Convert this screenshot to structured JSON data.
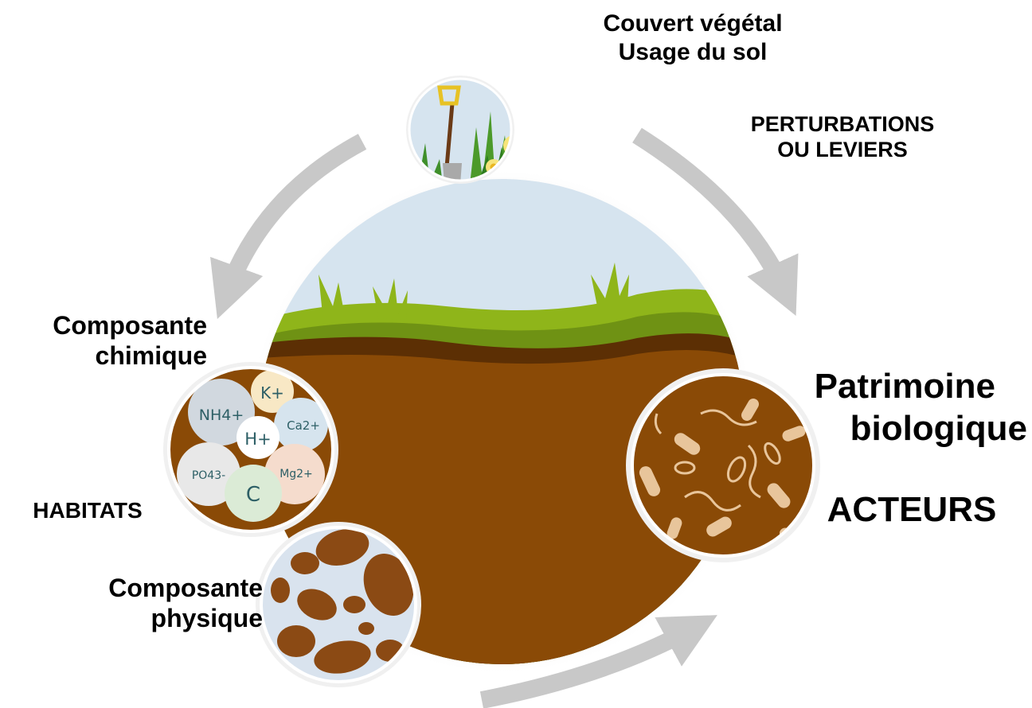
{
  "labels": {
    "top": [
      "Couvert végétal",
      "Usage du sol"
    ],
    "perturbations": [
      "PERTURBATIONS",
      "OU LEVIERS"
    ],
    "chimique": [
      "Composante",
      "chimique"
    ],
    "habitats": "HABITATS",
    "physique": [
      "Composante",
      "physique"
    ],
    "biologique": [
      "Patrimoine",
      "biologique"
    ],
    "acteurs": "ACTEURS"
  },
  "ions": {
    "nh4": "NH4+",
    "k": "K+",
    "ca": "Ca2+",
    "h": "H+",
    "po4": "PO43-",
    "mg": "Mg2+",
    "c": "C"
  },
  "colors": {
    "sky": "#d6e4ef",
    "grass": "#8fb51a",
    "grass_dark": "#6f9214",
    "soil": "#8a4a06",
    "soil_dark": "#5c2f04",
    "arrow": "#c8c8c8",
    "rock": "#8b4a14",
    "gap": "#d9e3ee"
  }
}
